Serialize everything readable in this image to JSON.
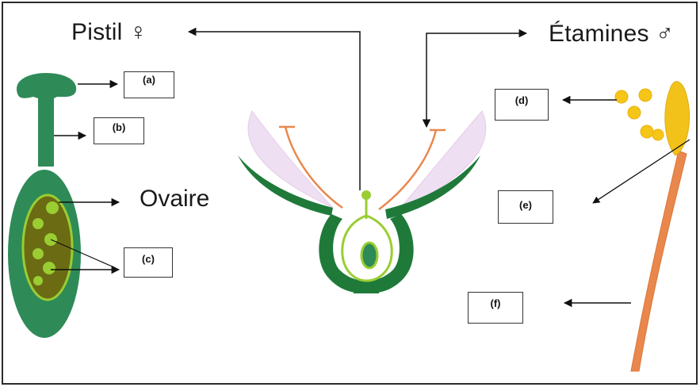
{
  "titles": {
    "pistil": "Pistil",
    "pistil_symbol": "♀",
    "etamines": "Étamines",
    "etamines_symbol": "♂",
    "ovaire": "Ovaire"
  },
  "labels": {
    "a": "(a)",
    "b": "(b)",
    "c": "(c)",
    "d": "(d)",
    "e": "(e)",
    "f": "(f)"
  },
  "colors": {
    "pistil_dark_green": "#2e8b57",
    "ovary_olive": "#6b6b14",
    "ovule_light_green": "#9acd32",
    "flower_dark_green": "#1f7a3a",
    "petal_pink": "#efdff2",
    "stamen_orange": "#e9874d",
    "anther_yellow": "#f2c21a",
    "pollen_yellow": "#f5c518"
  }
}
